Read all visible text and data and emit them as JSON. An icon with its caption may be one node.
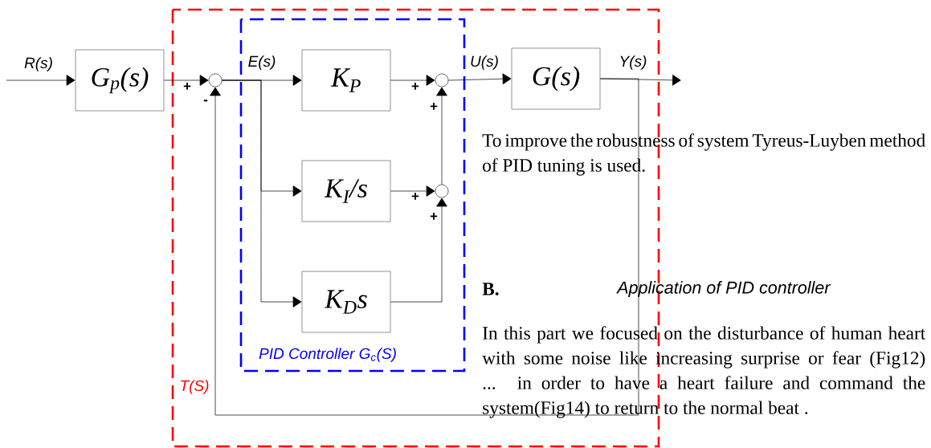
{
  "diagram": {
    "nodes": [
      {
        "text": [
          "G$_{p}$(s)"
        ]
      },
      {
        "text": [
          "T(S)"
        ]
      },
      {
        "text": [],
        "shape": "circle",
        "in": 1
      },
      {
        "text": [
          "PID Controller G$_{c}$(S)"
        ],
        "in": 1
      },
      {
        "text": [
          "K$_{P}$"
        ],
        "in": 3
      },
      {
        "text": [
          "K$_{I}$/s"
        ],
        "in": 3
      },
      {
        "text": [
          "K$_{D}$s"
        ],
        "in": 3
      },
      {
        "text": [],
        "shape": "circle",
        "in": 3
      },
      {
        "text": [],
        "shape": "circle",
        "in": 3
      },
      {
        "text": [
          "G(s)"
        ],
        "in": 1
      }
    ],
    "edges": [
      {
        "from": null,
        "to": 0,
        "arrow": "to",
        "label": "R(s)"
      },
      {
        "from": 0,
        "to": 2,
        "arrow": "to"
      },
      {
        "from": 2,
        "to": 4,
        "arrow": "to",
        "label": "E(s)"
      },
      {
        "from": 2,
        "to": 5,
        "arrow": "to"
      },
      {
        "from": 2,
        "to": 6,
        "arrow": "to"
      },
      {
        "from": 4,
        "to": 7,
        "arrow": "to"
      },
      {
        "from": 5,
        "to": 8,
        "arrow": "to"
      },
      {
        "from": 6,
        "to": 8,
        "arrow": "to"
      },
      {
        "from": 8,
        "to": 7,
        "arrow": "to"
      },
      {
        "from": 7,
        "to": 9,
        "arrow": "to",
        "label": "U(s)"
      },
      {
        "from": 9,
        "to": null,
        "arrow": "to",
        "label": "Y(s)"
      },
      {
        "from": 9,
        "to": 2,
        "arrow": "to"
      }
    ],
    "labels": [
      "+",
      "+",
      "-",
      "+",
      "+",
      "+",
      "To improve the robustness of system Tyreus-Luyben method of PID tuning is used.",
      "B.",
      "Application of PID controller",
      "In this part we focused on the disturbance of human heart with some noise like increasing surprise or fear (Fig12) ... in order to have a heart failure and command the system(Fig14) to return to the normal beat ."
    ]
  }
}
